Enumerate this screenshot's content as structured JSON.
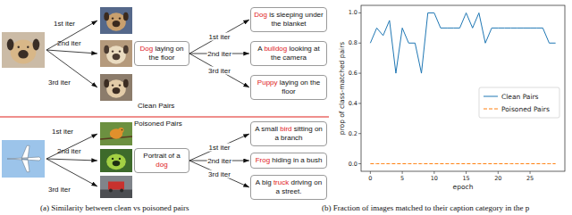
{
  "diagram": {
    "nodes": [
      {
        "text": [
          "Dog laying on the floor"
        ]
      },
      {
        "text": [
          "Dog is sleeping under the blanket"
        ]
      },
      {
        "text": [
          "A bulldog looking at the camera"
        ]
      },
      {
        "text": [
          "Puppy laying on the floor"
        ]
      },
      {
        "text": [
          "Portrait of a dog"
        ]
      },
      {
        "text": [
          "A small bird sitting on a branch"
        ]
      },
      {
        "text": [
          "Frog hiding in a bush"
        ]
      },
      {
        "text": [
          "A big truck driving on a street."
        ]
      }
    ],
    "edges": [
      {
        "from": 0,
        "to": 1,
        "arrow": "to",
        "label": "1st iter"
      },
      {
        "from": 0,
        "to": 2,
        "arrow": "to",
        "label": "2nd iter"
      },
      {
        "from": 0,
        "to": 3,
        "arrow": "to",
        "label": "3rd iter"
      },
      {
        "from": 4,
        "to": 5,
        "arrow": "to",
        "label": "1st iter"
      },
      {
        "from": 4,
        "to": 6,
        "arrow": "to",
        "label": "2nd iter"
      },
      {
        "from": 4,
        "to": 7,
        "arrow": "to",
        "label": "3rd iter"
      }
    ],
    "labels": [
      "1st iter",
      "2nd iter",
      "3rd iter",
      "Clean Pairs",
      "1st iter",
      "2nd iter",
      "3rd iter",
      "Poisoned Pairs",
      "(a) Similarity between clean vs poisoned pairs",
      "0.0",
      "0.2",
      "0.4",
      "0.6",
      "0.8",
      "1.0",
      "0",
      "5",
      "10",
      "15",
      "20",
      "25",
      "prop of class-matched pairs",
      "epoch",
      "(b) Fraction of images matched to their caption category in the p"
    ],
    "legend": [
      {
        "text": "Clean Pairs"
      },
      {
        "text": "Poisoned Pairs"
      }
    ]
  }
}
